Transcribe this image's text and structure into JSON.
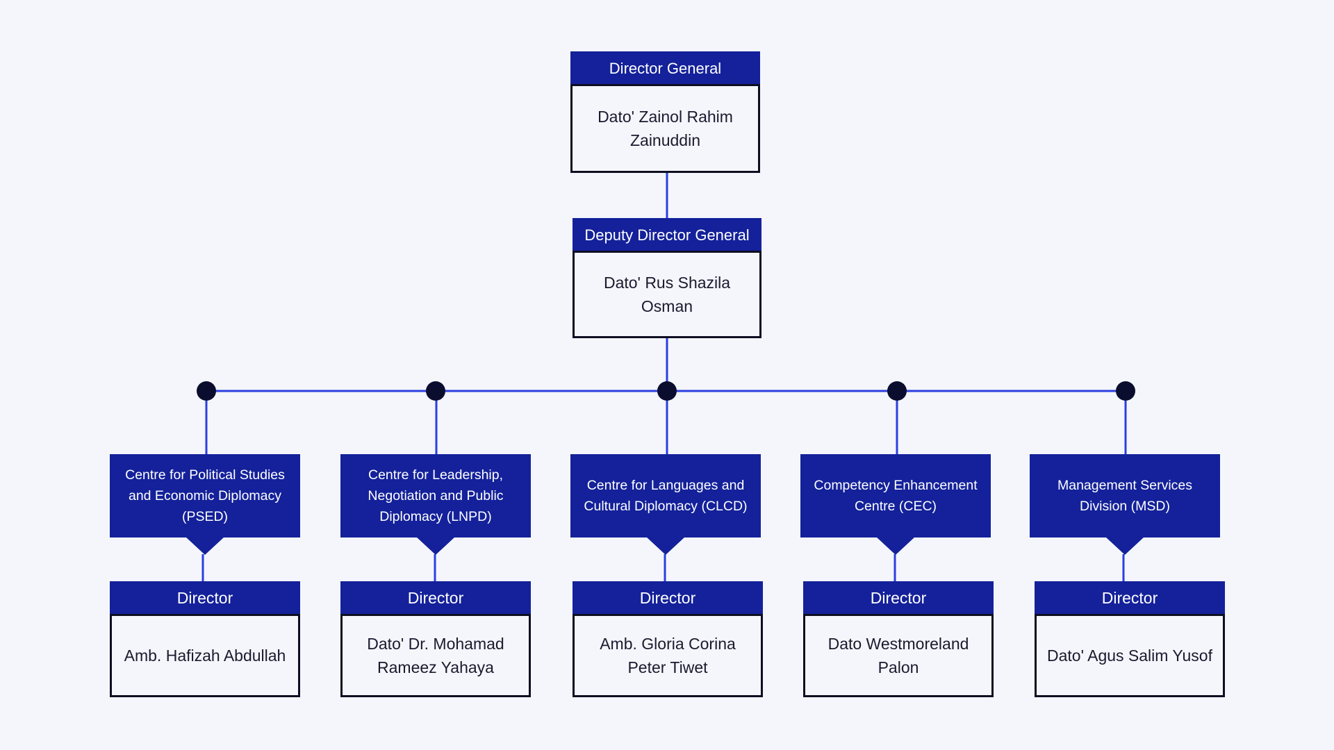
{
  "top": {
    "director_general": {
      "title": "Director General",
      "name": "Dato' Zainol Rahim Zainuddin"
    },
    "deputy_director_general": {
      "title": "Deputy Director General",
      "name": "Dato' Rus Shazila Osman"
    }
  },
  "divisions": [
    {
      "unit": "Centre for Political Studies and Economic Diplomacy (PSED)",
      "role": "Director",
      "name": "Amb. Hafizah Abdullah"
    },
    {
      "unit": "Centre for Leadership, Negotiation and Public Diplomacy (LNPD)",
      "role": "Director",
      "name": "Dato' Dr. Mohamad Rameez Yahaya"
    },
    {
      "unit": "Centre for Languages and Cultural Diplomacy (CLCD)",
      "role": "Director",
      "name": "Amb. Gloria Corina Peter Tiwet"
    },
    {
      "unit": "Competency Enhancement Centre (CEC)",
      "role": "Director",
      "name": "Dato Westmoreland Palon"
    },
    {
      "unit": "Management Services Division (MSD)",
      "role": "Director",
      "name": "Dato' Agus Salim Yusof"
    }
  ],
  "colors": {
    "header_fill": "#14219a",
    "connector_line": "#2b3fe0",
    "junction_dot": "#0b0d2e",
    "box_border": "#0e0e22",
    "background": "#f4f6fb"
  }
}
